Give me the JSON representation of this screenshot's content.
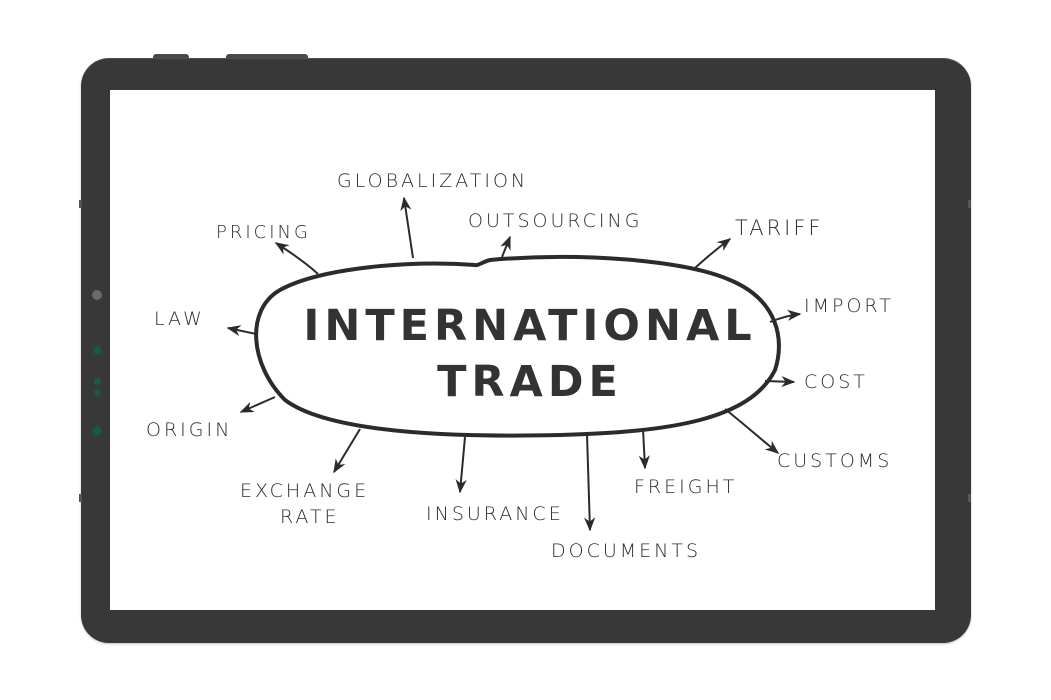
{
  "device": {
    "type": "tablet",
    "bezel_color": "#383838",
    "screen_color": "#ffffff"
  },
  "diagram": {
    "title_line1": "INTERNATIONAL",
    "title_line2": "TRADE",
    "ink_color": "#2b2b2b",
    "branches": [
      {
        "id": "globalization",
        "label": "GLOBALIZATION"
      },
      {
        "id": "outsourcing",
        "label": "OUTSOURCING"
      },
      {
        "id": "tariff",
        "label": "TARIFF"
      },
      {
        "id": "pricing",
        "label": "PRICING"
      },
      {
        "id": "import",
        "label": "IMPORT"
      },
      {
        "id": "law",
        "label": "LAW"
      },
      {
        "id": "cost",
        "label": "COST"
      },
      {
        "id": "origin",
        "label": "ORIGIN"
      },
      {
        "id": "customs",
        "label": "CUSTOMS"
      },
      {
        "id": "exchange-rate-1",
        "label": "EXCHANGE"
      },
      {
        "id": "exchange-rate-2",
        "label": "RATE"
      },
      {
        "id": "insurance",
        "label": "INSURANCE"
      },
      {
        "id": "freight",
        "label": "FREIGHT"
      },
      {
        "id": "documents",
        "label": "DOCUMENTS"
      }
    ]
  }
}
